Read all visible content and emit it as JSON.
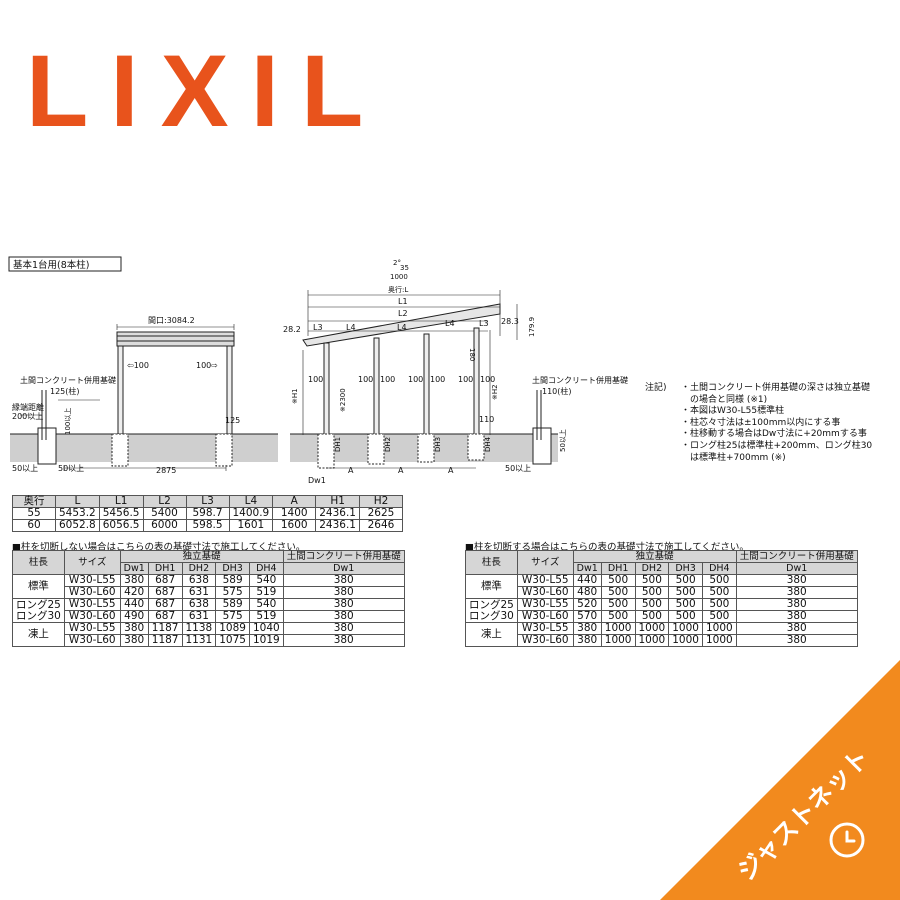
{
  "brand": {
    "logo": "LIXIL"
  },
  "drawing": {
    "title": "基本1台用(8本柱)",
    "front": {
      "opening": "間口:3084.2",
      "overhang_left": "⇦100",
      "overhang_right": "100⇨",
      "dim_125_top": "125(柱)",
      "dim_125": "125",
      "slab_label": "土間コンクリート併用基礎",
      "edge_label_1": "縁端距離",
      "edge_label_2": "200以上",
      "depth_100": "100以上",
      "dim_50_left": "50以上",
      "dim_50_right": "50以上",
      "span": "2875"
    },
    "side": {
      "roof_offset_1": "2°",
      "roof_offset_2": "35",
      "roof_offset_3": "1000",
      "depth": "奥行:L",
      "l1": "L1",
      "l2": "L2",
      "l3a": "L3",
      "l3b": "L3",
      "l4a": "L4",
      "l4b": "L4",
      "l4c": "L4",
      "left_cant": "28.2",
      "right_cant": "28.3",
      "eave_h": "179.9",
      "gutter": "180",
      "h1": "※H1",
      "h2": "※H2",
      "h2300": "※2300",
      "p100": [
        "100",
        "100",
        "100",
        "100"
      ],
      "p100b": [
        "100",
        "100",
        "100"
      ],
      "dim_110": "110",
      "dim_110_top": "110(柱)",
      "slab_label": "土間コンクリート併用基礎",
      "dw1": "Dw1",
      "dh1": "DH1",
      "dh2": "DH2",
      "dh3": "DH3",
      "dh4": "DH4",
      "dim_a": [
        "A",
        "A",
        "A"
      ],
      "dim_50_right": "50以上",
      "dim_50_v": "50以上"
    }
  },
  "notes": {
    "head": "注記)",
    "lines": [
      "・土間コンクリート併用基礎の深さは独立基礎",
      "　の場合と同様 (※1)",
      "・本図はW30-L55標準柱",
      "・柱芯々寸法は±100mm以内にする事",
      "・柱移動する場合はDw寸法に+20mmする事",
      "・ロング柱25は標準柱+200mm、ロング柱30",
      "　は標準柱+700mm (※)"
    ]
  },
  "dims_table": {
    "headers": [
      "奥行",
      "L",
      "L1",
      "L2",
      "L3",
      "L4",
      "A",
      "H1",
      "H2"
    ],
    "rows": [
      [
        "55",
        "5453.2",
        "5456.5",
        "5400",
        "598.7",
        "1400.9",
        "1400",
        "2436.1",
        "2625"
      ],
      [
        "60",
        "6052.8",
        "6056.5",
        "6000",
        "598.5",
        "1601",
        "1600",
        "2436.1",
        "2646"
      ]
    ]
  },
  "table_uncut": {
    "title": "■柱を切断しない場合はこちらの表の基礎寸法で施工してください。",
    "h_len": "柱長",
    "h_size": "サイズ",
    "h_ind": "独立基礎",
    "h_slab": "土間コンクリート併用基礎",
    "cols": [
      "Dw1",
      "DH1",
      "DH2",
      "DH3",
      "DH4",
      "Dw1"
    ],
    "groups": [
      {
        "label": "標準",
        "rows": [
          [
            "W30-L55",
            "380",
            "687",
            "638",
            "589",
            "540",
            "380"
          ],
          [
            "W30-L60",
            "420",
            "687",
            "631",
            "575",
            "519",
            "380"
          ]
        ]
      },
      {
        "label": "ロング25\nロング30",
        "rows": [
          [
            "W30-L55",
            "440",
            "687",
            "638",
            "589",
            "540",
            "380"
          ],
          [
            "W30-L60",
            "490",
            "687",
            "631",
            "575",
            "519",
            "380"
          ]
        ]
      },
      {
        "label": "凍上",
        "rows": [
          [
            "W30-L55",
            "380",
            "1187",
            "1138",
            "1089",
            "1040",
            "380"
          ],
          [
            "W30-L60",
            "380",
            "1187",
            "1131",
            "1075",
            "1019",
            "380"
          ]
        ]
      }
    ]
  },
  "table_cut": {
    "title": "■柱を切断する場合はこちらの表の基礎寸法で施工してください。",
    "h_len": "柱長",
    "h_size": "サイズ",
    "h_ind": "独立基礎",
    "h_slab": "土間コンクリート併用基礎",
    "cols": [
      "Dw1",
      "DH1",
      "DH2",
      "DH3",
      "DH4",
      "Dw1"
    ],
    "groups": [
      {
        "label": "標準",
        "rows": [
          [
            "W30-L55",
            "440",
            "500",
            "500",
            "500",
            "500",
            "380"
          ],
          [
            "W30-L60",
            "480",
            "500",
            "500",
            "500",
            "500",
            "380"
          ]
        ]
      },
      {
        "label": "ロング25\nロング30",
        "rows": [
          [
            "W30-L55",
            "520",
            "500",
            "500",
            "500",
            "500",
            "380"
          ],
          [
            "W30-L60",
            "570",
            "500",
            "500",
            "500",
            "500",
            "380"
          ]
        ]
      },
      {
        "label": "凍上",
        "rows": [
          [
            "W30-L55",
            "380",
            "1000",
            "1000",
            "1000",
            "1000",
            "380"
          ],
          [
            "W30-L60",
            "380",
            "1000",
            "1000",
            "1000",
            "1000",
            "380"
          ]
        ]
      }
    ]
  },
  "banner": {
    "text": "ジャストネット",
    "icon": "clock-icon",
    "color": "#f28a1e"
  },
  "colors": {
    "brand": "#e8531c"
  }
}
